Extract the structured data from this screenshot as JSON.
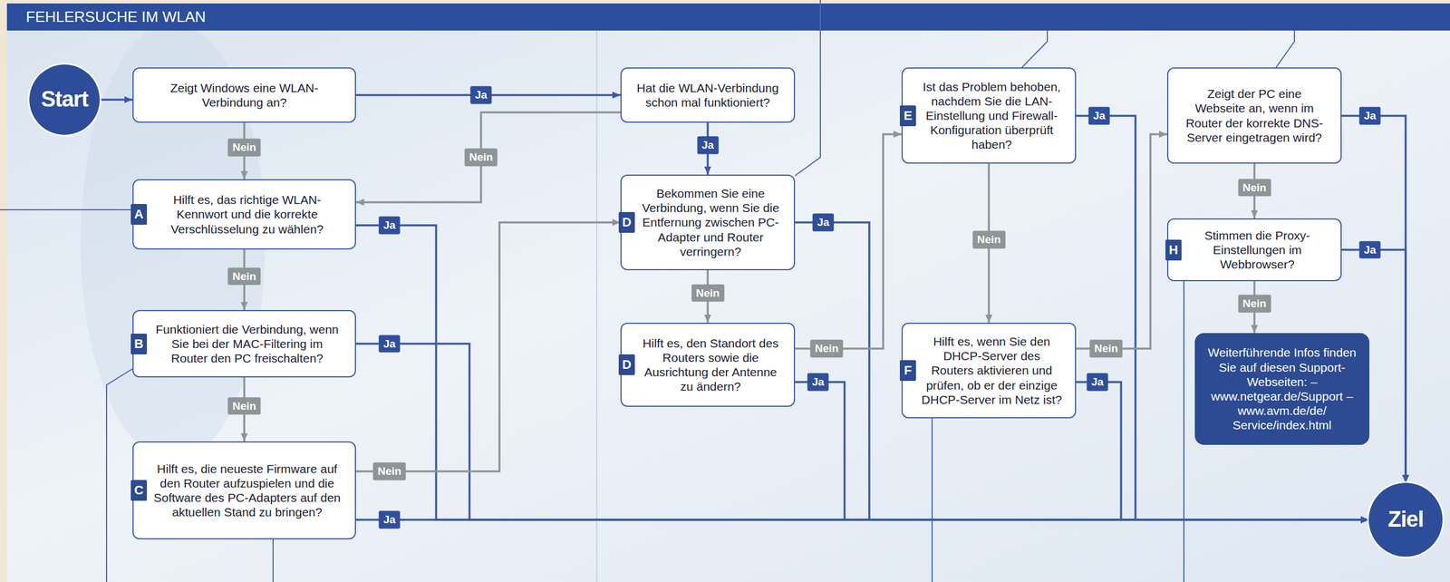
{
  "diagram": {
    "title": "FEHLERSUCHE IM WLAN",
    "nodes": [
      {
        "text": [
          "Start"
        ]
      },
      {
        "text": [
          "Zeigt Windows eine WLAN-Verbindung an?"
        ]
      },
      {
        "text": [
          "A",
          "Hilft es, das richtige WLAN-Kennwort und die korrekte Verschlüsselung zu wählen?"
        ]
      },
      {
        "text": [
          "B",
          "Funktioniert die Verbindung, wenn Sie bei der MAC-Filtering im Router den PC freischalten?"
        ]
      },
      {
        "text": [
          "C",
          "Hilft es, die neueste Firmware auf den Router aufzuspielen und die Software des PC-Adapters auf den aktuellen Stand zu bringen?"
        ]
      },
      {
        "text": [
          "Hat die WLAN-Verbindung schon mal funktioniert?"
        ]
      },
      {
        "text": [
          "D",
          "Bekommen Sie eine Verbindung, wenn Sie die Entfernung zwischen PC-Adapter und Router verringern?"
        ]
      },
      {
        "text": [
          "D",
          "Hilft es, den Standort des Routers sowie die Ausrichtung der Antenne zu ändern?"
        ]
      },
      {
        "text": [
          "E",
          "Ist das Problem behoben, nachdem Sie die LAN-Einstellung und Firewall-Konfiguration überprüft haben?"
        ]
      },
      {
        "text": [
          "F",
          "Hilft es, wenn Sie den DHCP-Server des Routers aktivieren und prüfen, ob er der einzige DHCP-Server im Netz ist?"
        ]
      },
      {
        "text": [
          "Zeigt der PC eine Webseite an, wenn im Router der korrekte DNS-Server eingetragen wird?"
        ]
      },
      {
        "text": [
          "H",
          "Stimmen die Proxy-Einstellungen im Webbrowser?"
        ]
      },
      {
        "text": [
          "Weiterführende Infos finden Sie auf diesen Support-Webseiten: – www.netgear.de/Support – www.avm.de/de/ Service/index.html"
        ]
      },
      {
        "text": [
          "Ziel"
        ]
      }
    ],
    "edges": [
      {
        "from": 0,
        "to": 1,
        "arrow": "to"
      },
      {
        "from": 1,
        "to": 5,
        "label": "Ja",
        "arrow": "to"
      },
      {
        "from": 1,
        "to": 2,
        "label": "Nein",
        "arrow": "to"
      },
      {
        "from": 5,
        "to": 2,
        "label": "Nein",
        "arrow": "to"
      },
      {
        "from": 5,
        "to": 6,
        "label": "Ja",
        "arrow": "to"
      },
      {
        "from": 2,
        "to": 13,
        "label": "Ja",
        "arrow": "to"
      },
      {
        "from": 2,
        "to": 3,
        "label": "Nein",
        "arrow": "to"
      },
      {
        "from": 3,
        "to": 13,
        "label": "Ja",
        "arrow": "to"
      },
      {
        "from": 3,
        "to": 4,
        "label": "Nein",
        "arrow": "to"
      },
      {
        "from": 4,
        "to": 6,
        "label": "Nein",
        "arrow": "to"
      },
      {
        "from": 4,
        "to": 13,
        "label": "Ja",
        "arrow": "to"
      },
      {
        "from": 6,
        "to": 13,
        "label": "Ja",
        "arrow": "to"
      },
      {
        "from": 6,
        "to": 7,
        "label": "Nein",
        "arrow": "to"
      },
      {
        "from": 7,
        "to": 8,
        "label": "Nein",
        "arrow": "to"
      },
      {
        "from": 7,
        "to": 13,
        "label": "Ja",
        "arrow": "to"
      },
      {
        "from": 8,
        "to": 13,
        "label": "Ja",
        "arrow": "to"
      },
      {
        "from": 8,
        "to": 9,
        "label": "Nein",
        "arrow": "to"
      },
      {
        "from": 9,
        "to": 10,
        "label": "Nein",
        "arrow": "to"
      },
      {
        "from": 9,
        "to": 13,
        "label": "Ja",
        "arrow": "to"
      },
      {
        "from": 10,
        "to": 13,
        "label": "Ja",
        "arrow": "to"
      },
      {
        "from": 10,
        "to": 11,
        "label": "Nein",
        "arrow": "to"
      },
      {
        "from": 11,
        "to": 13,
        "label": "Ja",
        "arrow": "to"
      },
      {
        "from": 11,
        "to": 12,
        "label": "Nein",
        "arrow": "to"
      }
    ]
  }
}
